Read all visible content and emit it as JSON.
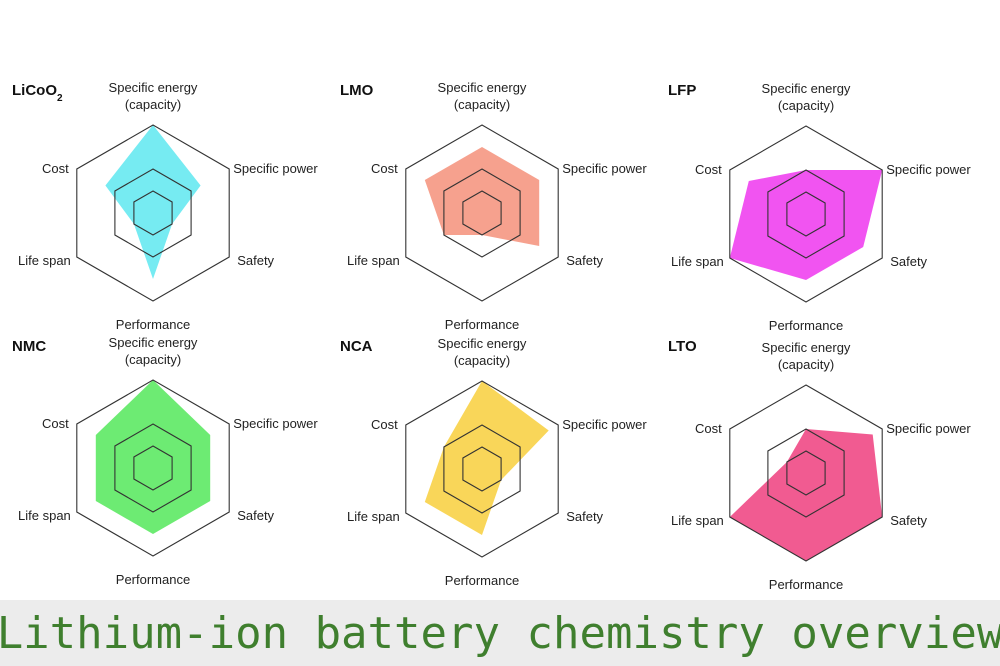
{
  "footer": {
    "title": "Lithium-ion battery chemistry overview"
  },
  "chart_data": [
    {
      "type": "radar",
      "title_base": "LiCoO",
      "title_sub": "2",
      "color": "#5ee8f0",
      "axes": [
        "Specific energy",
        "Specific power",
        "Safety",
        "Performance",
        "Life span",
        "Cost"
      ],
      "axes_line2": [
        "(capacity)",
        "",
        "",
        "",
        "",
        ""
      ],
      "rlim": [
        0,
        4
      ],
      "values": [
        4,
        2.5,
        1,
        3,
        1,
        2.5
      ]
    },
    {
      "type": "radar",
      "title_base": "LMO",
      "title_sub": "",
      "color": "#f5907a",
      "axes": [
        "Specific energy",
        "Specific power",
        "Safety",
        "Performance",
        "Life span",
        "Cost"
      ],
      "axes_line2": [
        "(capacity)",
        "",
        "",
        "",
        "",
        ""
      ],
      "rlim": [
        0,
        4
      ],
      "values": [
        3,
        3,
        3,
        1,
        2,
        3
      ]
    },
    {
      "type": "radar",
      "title_base": "LFP",
      "title_sub": "",
      "color": "#ee36ee",
      "axes": [
        "Specific energy",
        "Specific power",
        "Safety",
        "Performance",
        "Life span",
        "Cost"
      ],
      "axes_line2": [
        "(capacity)",
        "",
        "",
        "",
        "",
        ""
      ],
      "rlim": [
        0,
        4
      ],
      "values": [
        2,
        4,
        3,
        3,
        4,
        3
      ]
    },
    {
      "type": "radar",
      "title_base": "NMC",
      "title_sub": "",
      "color": "#54e85a",
      "axes": [
        "Specific energy",
        "Specific power",
        "Safety",
        "Performance",
        "Life span",
        "Cost"
      ],
      "axes_line2": [
        "(capacity)",
        "",
        "",
        "",
        "",
        ""
      ],
      "rlim": [
        0,
        4
      ],
      "values": [
        4,
        3,
        3,
        3,
        3,
        3
      ]
    },
    {
      "type": "radar",
      "title_base": "NCA",
      "title_sub": "",
      "color": "#f8cf3c",
      "axes": [
        "Specific energy",
        "Specific power",
        "Safety",
        "Performance",
        "Life span",
        "Cost"
      ],
      "axes_line2": [
        "(capacity)",
        "",
        "",
        "",
        "",
        ""
      ],
      "rlim": [
        0,
        4
      ],
      "values": [
        4,
        3.5,
        1,
        3,
        3,
        2
      ]
    },
    {
      "type": "radar",
      "title_base": "LTO",
      "title_sub": "",
      "color": "#ef3e7e",
      "axes": [
        "Specific energy",
        "Specific power",
        "Safety",
        "Performance",
        "Life span",
        "Cost"
      ],
      "axes_line2": [
        "(capacity)",
        "",
        "",
        "",
        "",
        ""
      ],
      "rlim": [
        0,
        4
      ],
      "values": [
        2,
        3.5,
        4,
        4,
        4,
        1
      ]
    }
  ]
}
